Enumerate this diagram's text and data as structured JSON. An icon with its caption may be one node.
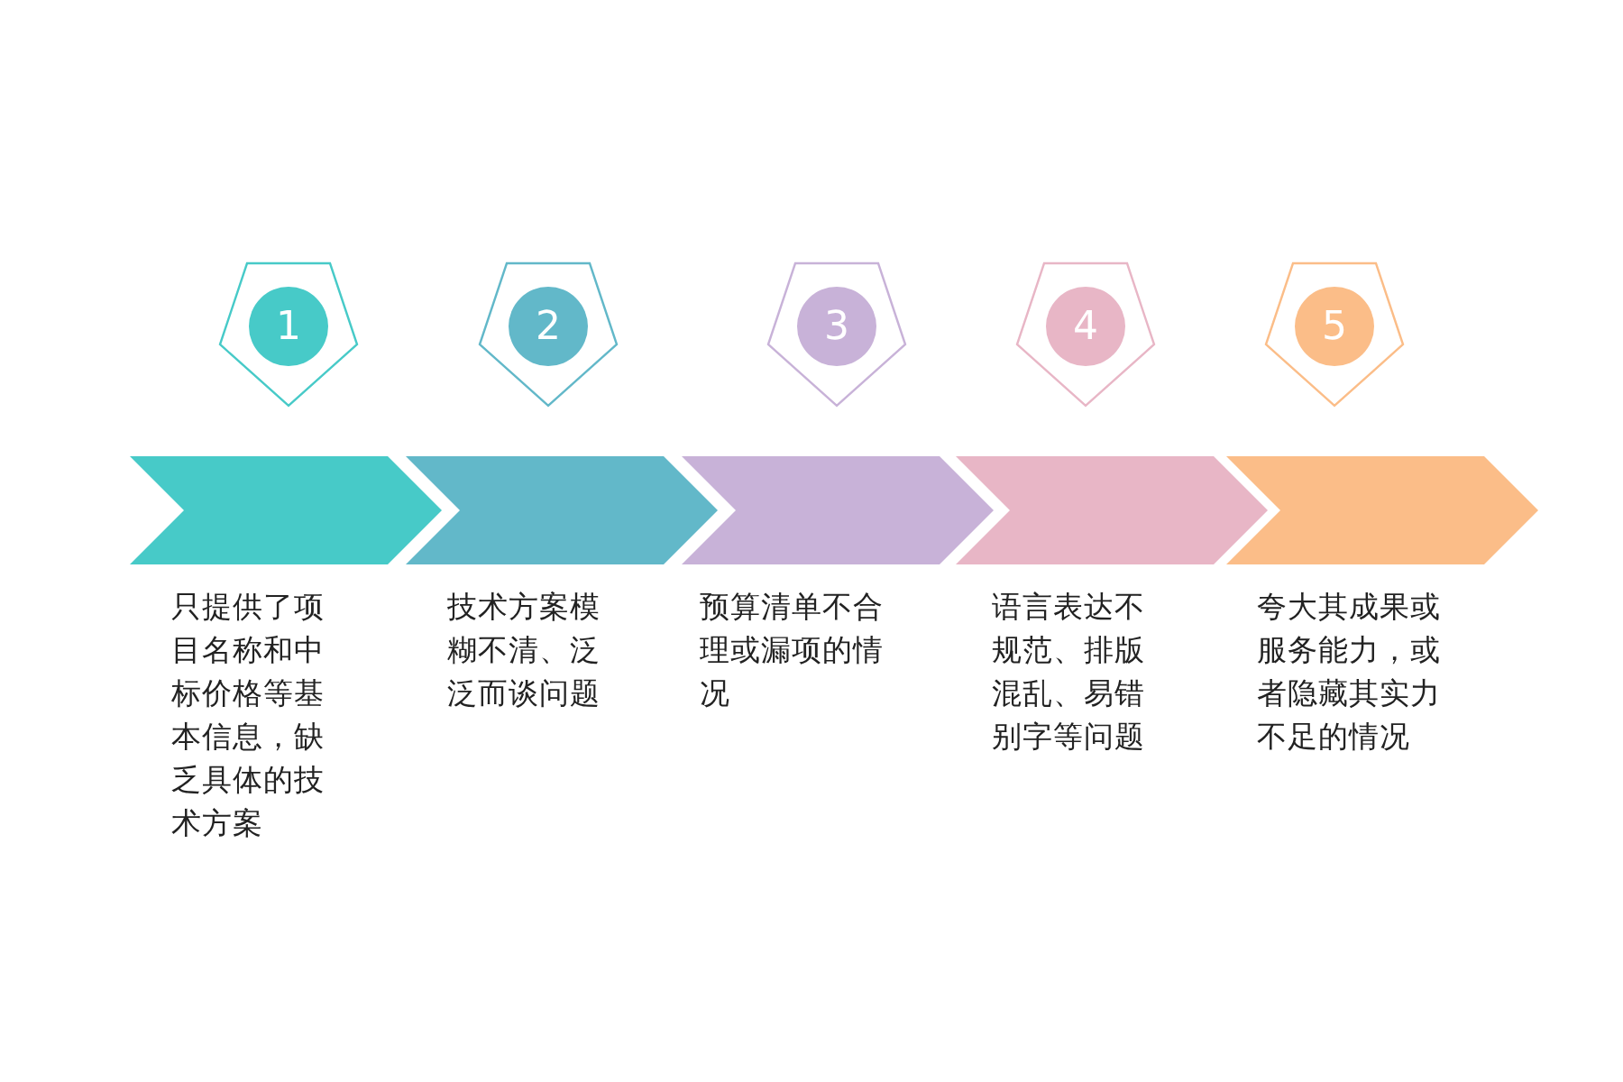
{
  "diagram": {
    "nodes": [
      {
        "text": [
          "1"
        ]
      },
      {
        "text": [
          "2"
        ]
      },
      {
        "text": [
          "3"
        ]
      },
      {
        "text": [
          "4"
        ]
      },
      {
        "text": [
          "5"
        ]
      },
      {
        "text": [],
        "shape": "chevron",
        "beside": [
          "只提供了项目名称和中标价格等基本信息，缺乏具体的技术方案"
        ]
      },
      {
        "text": [],
        "shape": "chevron",
        "beside": [
          "技术方案模糊不清、泛泛而谈问题"
        ]
      },
      {
        "text": [],
        "shape": "chevron",
        "beside": [
          "预算清单不合理或漏项的情况"
        ]
      },
      {
        "text": [],
        "shape": "chevron",
        "beside": [
          "语言表达不规范、排版混乱、易错别字等问题"
        ]
      },
      {
        "text": [],
        "shape": "chevron",
        "beside": [
          "夸大其成果或服务能力，或者隐藏其实力不足的情况"
        ]
      }
    ]
  }
}
